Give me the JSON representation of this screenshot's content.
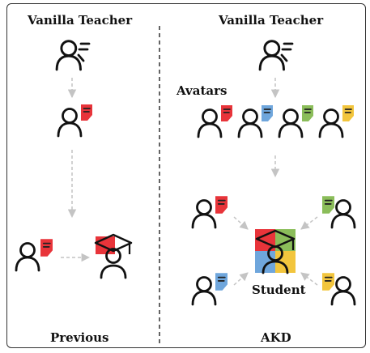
{
  "left_panel": {
    "title": "Vanilla Teacher",
    "caption": "Previous"
  },
  "right_panel": {
    "title": "Vanilla Teacher",
    "avatars_label": "Avatars",
    "student_label": "Student",
    "caption": "AKD"
  },
  "colors": {
    "red": "#e8343a",
    "blue": "#6fa6dc",
    "green": "#8bbd5a",
    "yellow": "#f2c53d",
    "ink": "#111111",
    "arrow": "#c4c4c4"
  },
  "icons": [
    "teacher-icon",
    "person-icon",
    "color-tag-icon",
    "graduation-cap-icon",
    "student-icon"
  ]
}
